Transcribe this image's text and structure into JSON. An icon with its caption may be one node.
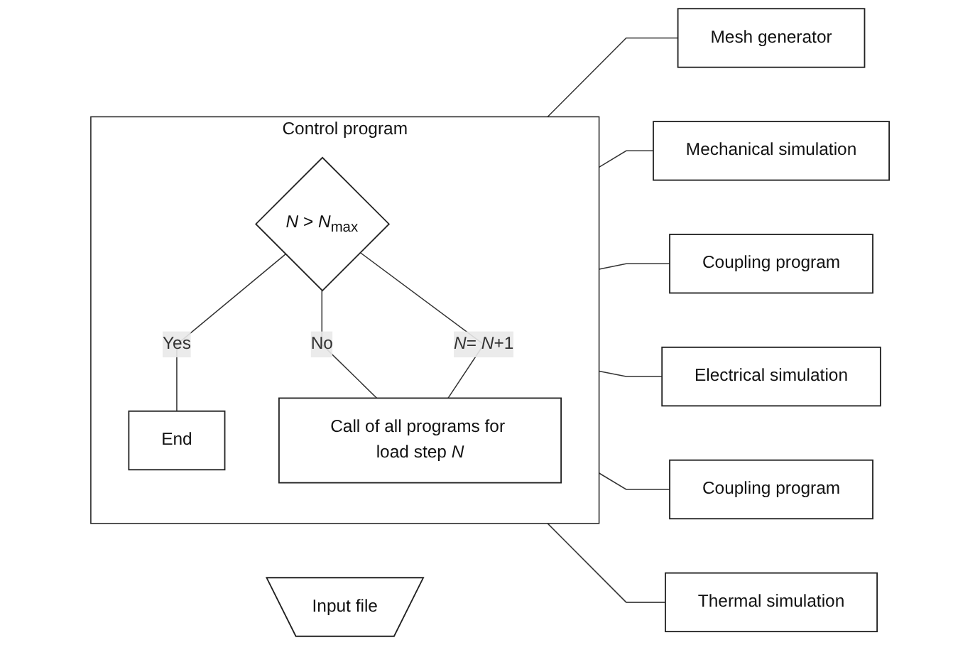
{
  "diagram": {
    "nodes": [
      {
        "text": [
          "Input file"
        ]
      },
      {
        "text": [
          "Control program"
        ]
      },
      {
        "text": [
          "*N* > *N*$_{max}$"
        ],
        "in": 1
      },
      {
        "text": [
          "End"
        ],
        "in": 1
      },
      {
        "text": [
          "Call of all programs for load step *N*"
        ],
        "in": 1
      },
      {
        "text": [
          "Mesh generator"
        ]
      },
      {
        "text": [
          "Mechanical simulation"
        ]
      },
      {
        "text": [
          "Coupling program"
        ]
      },
      {
        "text": [
          "Electrical simulation"
        ]
      },
      {
        "text": [
          "Coupling program"
        ]
      },
      {
        "text": [
          "Thermal simulation"
        ]
      }
    ],
    "edges": [
      {
        "from": 2,
        "to": 3,
        "arrow": "none",
        "label": "Yes"
      },
      {
        "from": 2,
        "to": 4,
        "arrow": "none",
        "label": "No"
      },
      {
        "from": 4,
        "to": 2,
        "arrow": "none",
        "label": "*N*= *N*+1"
      },
      {
        "from": 1,
        "to": 5,
        "arrow": "none"
      },
      {
        "from": 1,
        "to": 6,
        "arrow": "none"
      },
      {
        "from": 1,
        "to": 7,
        "arrow": "none"
      },
      {
        "from": 1,
        "to": 8,
        "arrow": "none"
      },
      {
        "from": 1,
        "to": 9,
        "arrow": "none"
      },
      {
        "from": 1,
        "to": 10,
        "arrow": "none"
      }
    ]
  }
}
